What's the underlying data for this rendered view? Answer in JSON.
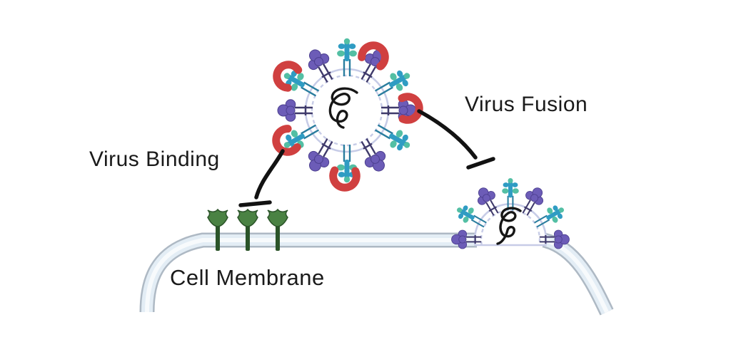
{
  "figure": {
    "labels": {
      "virus_binding": "Virus Binding",
      "virus_fusion": "Virus Fusion",
      "cell_membrane": "Cell Membrane"
    },
    "colors": {
      "spike_purple": "#6c5cb7",
      "spike_purple_dark": "#4c3f8f",
      "spike_teal": "#2f9cc3",
      "spike_mint": "#53bfa4",
      "stem_dark": "#3f3a6b",
      "stem_teal": "#2a7d9e",
      "inhibitor_red": "#d04040",
      "envelope_lavender": "#c7cce7",
      "membrane_edge": "#aeb9c4",
      "membrane_fill": "#e3edf5",
      "receptor_green": "#4a8243",
      "receptor_green_dark": "#2b5429",
      "genome_ink": "#161616",
      "arrow_ink": "#121212",
      "label_ink": "#1a1a1a",
      "background": "#ffffff"
    },
    "elements": {
      "virion_spike_count": 12,
      "fused_virion_spike_count": 7,
      "inhibitor_crescent_count": 5,
      "receptor_count": 3
    }
  }
}
